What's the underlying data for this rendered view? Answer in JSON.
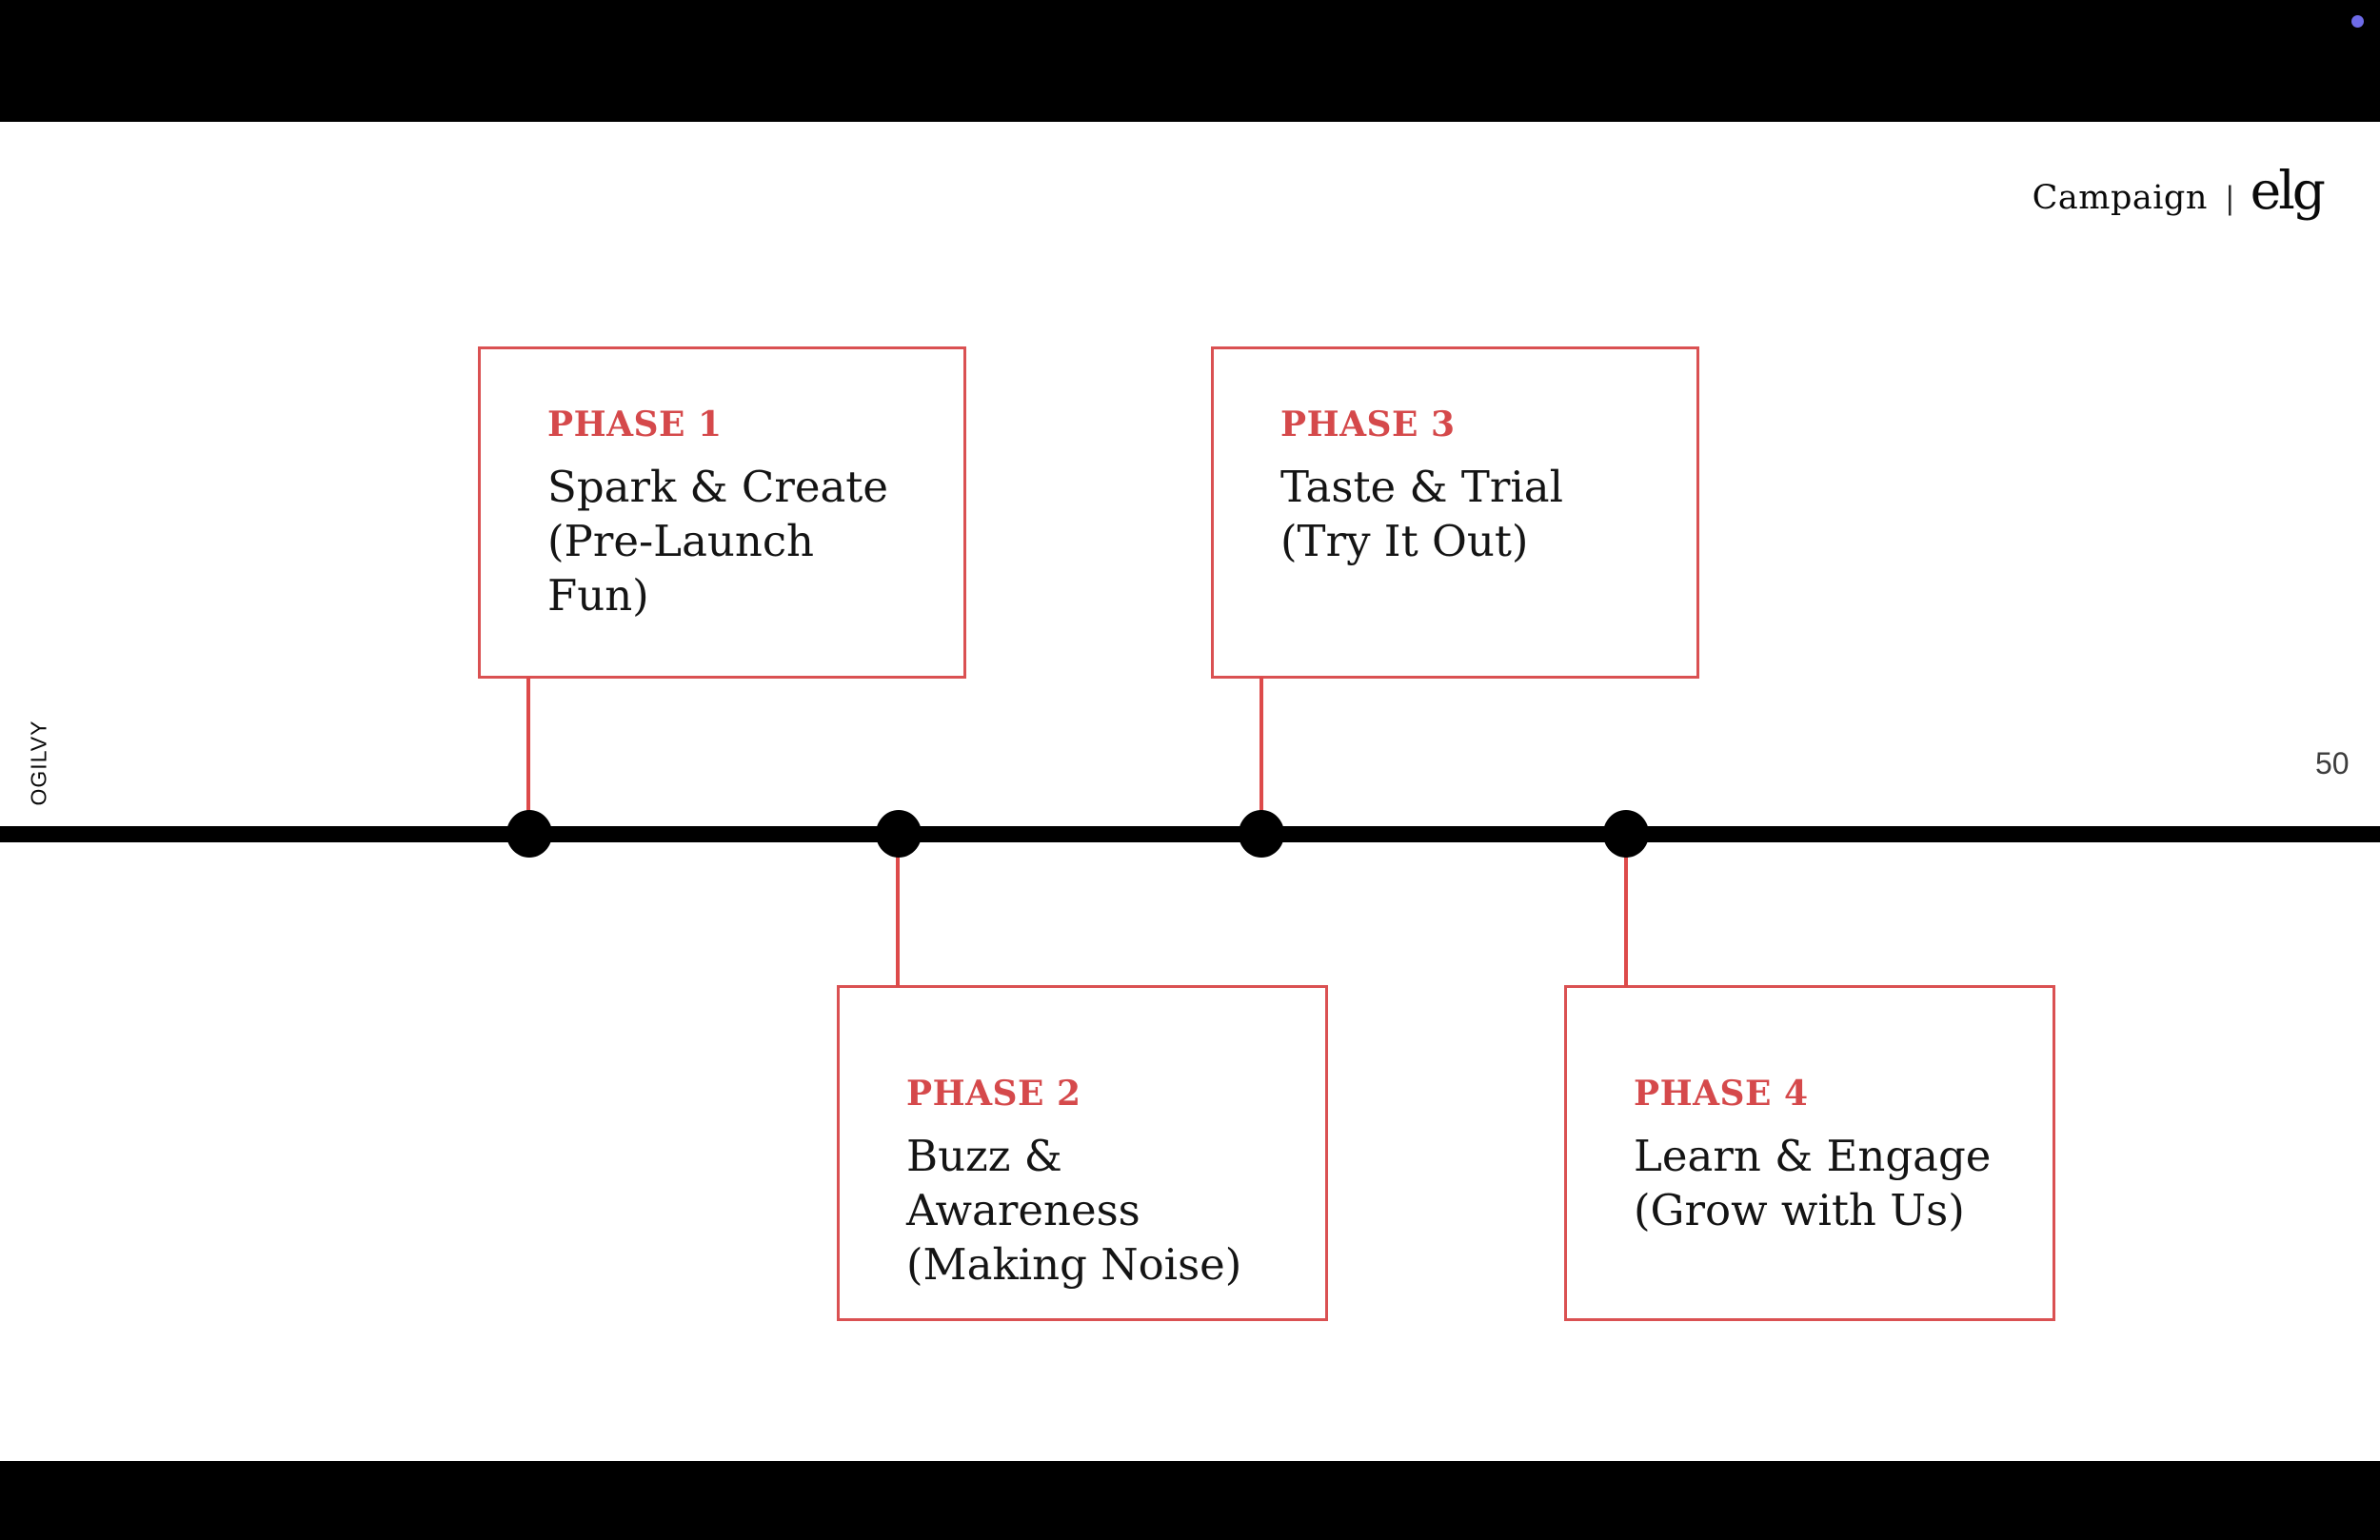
{
  "slide": {
    "page_number": "50",
    "vertical_brand": "OGILVY"
  },
  "header": {
    "label": "Campaign",
    "separator": "|",
    "logo": "elg"
  },
  "colors": {
    "accent_red": "#D5494B",
    "box_border_red": "#DA5152",
    "connector_red": "#DD4A4A",
    "timeline_black": "#000000",
    "status_dot_purple": "#6E6BE8",
    "title_text": "#141414"
  },
  "timeline": {
    "phases": [
      {
        "label": "PHASE 1",
        "title": "Spark & Create\n(Pre-Launch\nFun)",
        "position": "above"
      },
      {
        "label": "PHASE 2",
        "title": "Buzz &\nAwareness\n(Making Noise)",
        "position": "below"
      },
      {
        "label": "PHASE 3",
        "title": "Taste & Trial\n(Try It Out)",
        "position": "above"
      },
      {
        "label": "PHASE 4",
        "title": "Learn & Engage\n(Grow with Us)",
        "position": "below"
      }
    ]
  }
}
